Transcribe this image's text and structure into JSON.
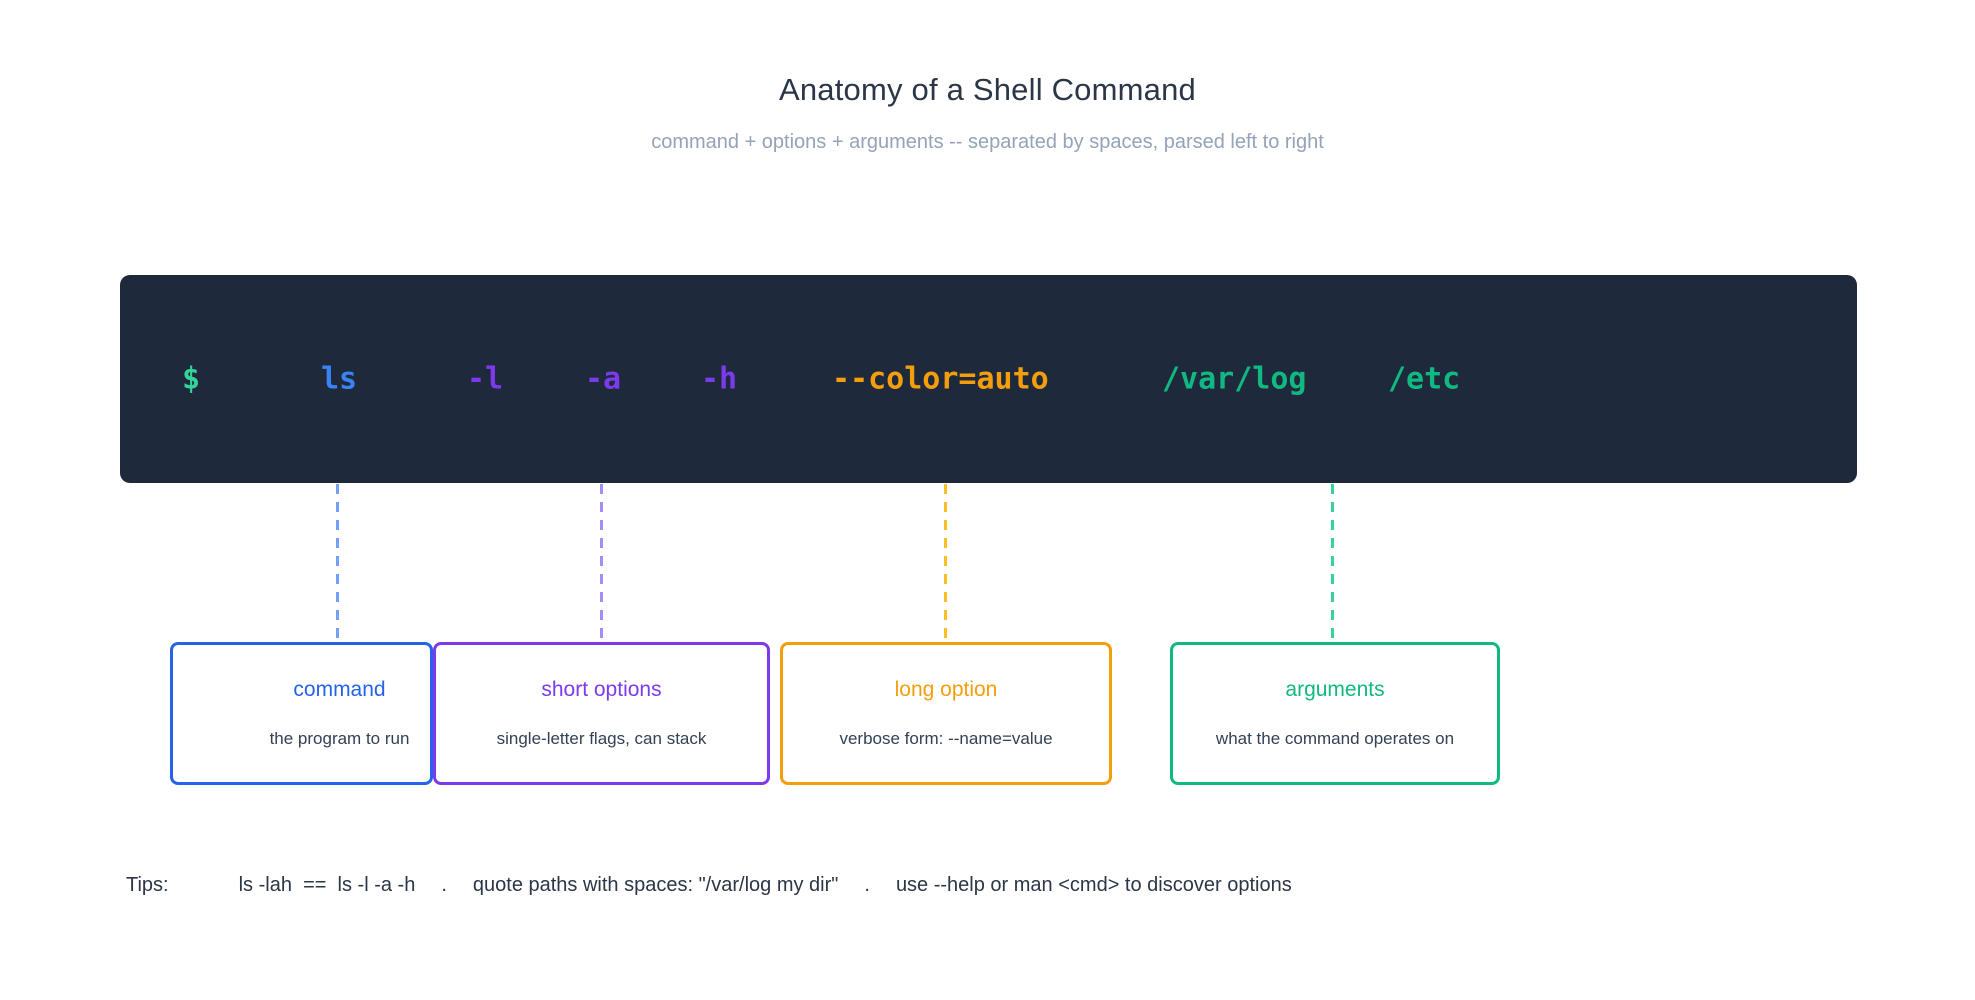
{
  "page": {
    "title": "Anatomy of a Shell Command",
    "subtitle": "command + options + arguments -- separated by spaces, parsed left to right"
  },
  "terminal": {
    "background": "#1e293b",
    "tokens": [
      {
        "text": "$",
        "color": "#34d399"
      },
      {
        "text": "ls",
        "color": "#3b82f6"
      },
      {
        "text": "-l",
        "color": "#7c3aed"
      },
      {
        "text": "-a",
        "color": "#7c3aed"
      },
      {
        "text": "-h",
        "color": "#7c3aed"
      },
      {
        "text": "--color=auto",
        "color": "#f59e0b"
      },
      {
        "text": "/var/log",
        "color": "#10b981"
      },
      {
        "text": "/etc",
        "color": "#10b981"
      }
    ]
  },
  "connectors": [
    {
      "color": "#74a0f5"
    },
    {
      "color": "#a78bfa"
    },
    {
      "color": "#fbbf24"
    },
    {
      "color": "#34d399"
    }
  ],
  "labels": [
    {
      "title": "command",
      "description": "the program to run",
      "color": "#2563eb"
    },
    {
      "title": "short options",
      "description": "single-letter flags, can stack",
      "color": "#7c3aed"
    },
    {
      "title": "long option",
      "description": "verbose form: --name=value",
      "color": "#f59e0b"
    },
    {
      "title": "arguments",
      "description": "what the command operates on",
      "color": "#10b981"
    }
  ],
  "tips": {
    "label": "Tips:",
    "separator": ".",
    "items": [
      "ls -lah  ==  ls -l -a -h",
      "quote paths with spaces: \"/var/log my dir\"",
      "use --help or man <cmd> to discover options"
    ]
  }
}
